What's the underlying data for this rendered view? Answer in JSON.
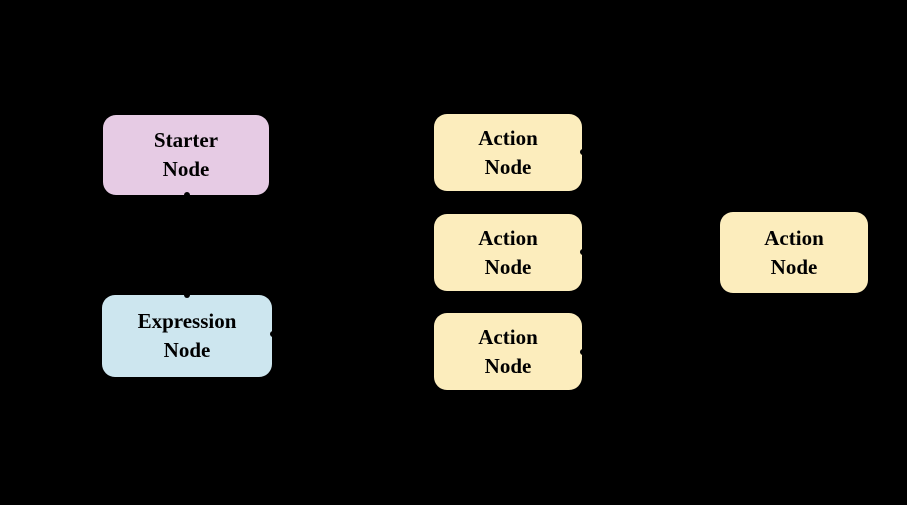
{
  "diagram": {
    "background_color": "#000000",
    "text_color": "#000000",
    "node_colors": {
      "starter": "#e6cbe4",
      "expression": "#cde6ef",
      "action": "#fcedbd"
    },
    "nodes": [
      {
        "id": "starter-node",
        "type": "starter",
        "label": "Starter\nNode"
      },
      {
        "id": "expression-node",
        "type": "expression",
        "label": "Expression\nNode"
      },
      {
        "id": "action-node-1",
        "type": "action",
        "label": "Action\nNode"
      },
      {
        "id": "action-node-2",
        "type": "action",
        "label": "Action\nNode"
      },
      {
        "id": "action-node-3",
        "type": "action",
        "label": "Action\nNode"
      },
      {
        "id": "action-node-4",
        "type": "action",
        "label": "Action\nNode"
      }
    ],
    "handles": [
      {
        "node": "starter-node",
        "position": "bottom"
      },
      {
        "node": "expression-node",
        "position": "top"
      },
      {
        "node": "expression-node",
        "position": "right"
      },
      {
        "node": "action-node-1",
        "position": "right"
      },
      {
        "node": "action-node-2",
        "position": "right"
      },
      {
        "node": "action-node-3",
        "position": "right"
      }
    ]
  }
}
